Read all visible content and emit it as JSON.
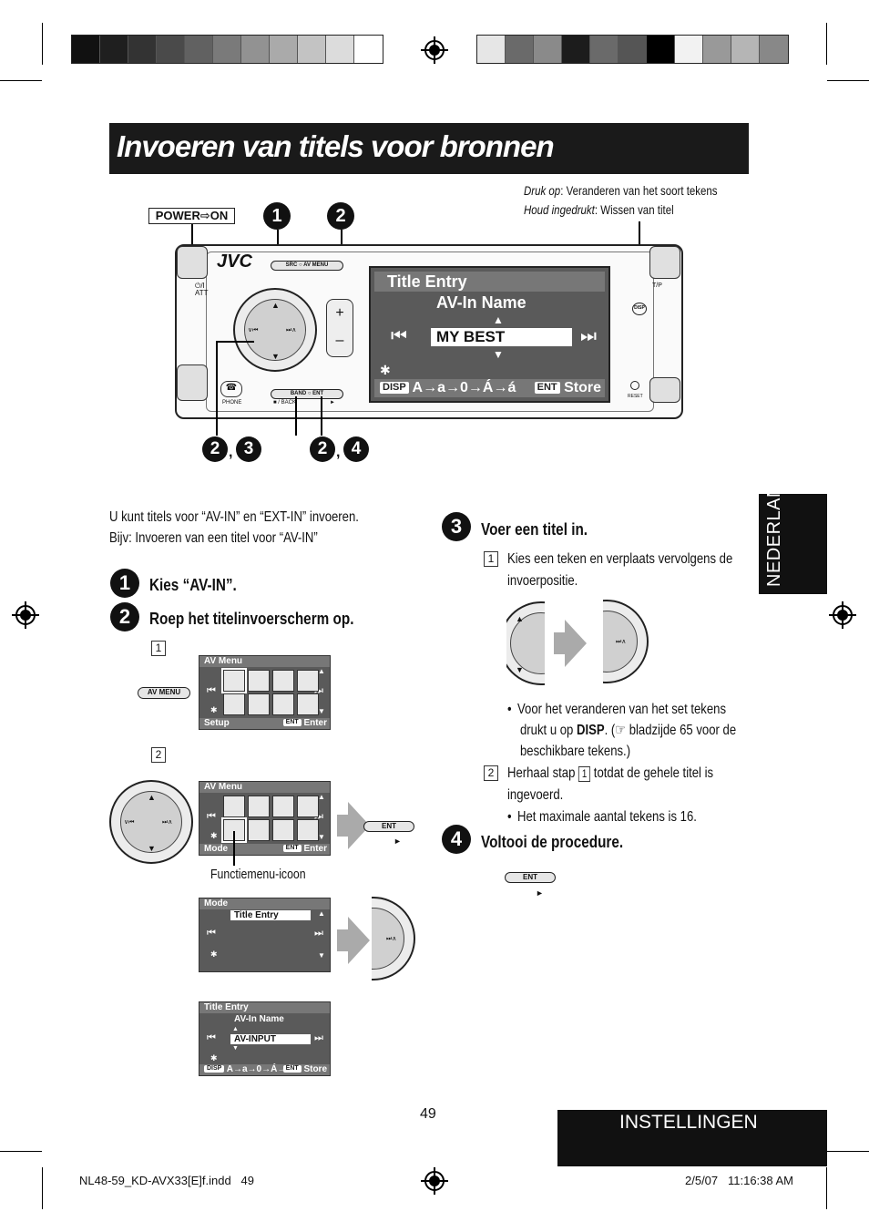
{
  "page_title": "Invoeren van titels voor bronnen",
  "callout": {
    "press_label": "Druk op",
    "press_text": ": Veranderen van het soort tekens",
    "hold_label": "Houd ingedrukt",
    "hold_text": ": Wissen van titel"
  },
  "device": {
    "power_label": "POWER⇨ON",
    "brand": "JVC",
    "src_label": "SRC",
    "av_menu_label": "AV MENU",
    "band_label": "BAND",
    "ent_label": "ENT",
    "back_label": "■ / BACK",
    "phone_label": "PHONE",
    "tp_label": "T/P",
    "reset_label": "RESET",
    "disp_label": "DISP",
    "att_label": "⏻/I ATT",
    "screen": {
      "header": "Title Entry",
      "subtitle": "AV-In Name",
      "entry": "MY BEST",
      "footer_disp": "DISP",
      "footer_chars": "A→a→0→Á→á",
      "footer_ent": "ENT",
      "footer_store": "Store"
    },
    "callout_nums": [
      "1",
      "2"
    ],
    "bottom_nums_left": [
      "2",
      "3"
    ],
    "bottom_nums_right": [
      "2",
      "4"
    ]
  },
  "intro": {
    "line1": "U kunt titels voor “AV-IN” en “EXT-IN” invoeren.",
    "line2": "Bijv: Invoeren van een titel voor “AV-IN”"
  },
  "steps": {
    "s1": {
      "num": "1",
      "title": "Kies “AV-IN”."
    },
    "s2": {
      "num": "2",
      "title": "Roep het titelinvoerscherm op."
    },
    "s3": {
      "num": "3",
      "title": "Voer een titel in."
    },
    "s4": {
      "num": "4",
      "title": "Voltooi de procedure."
    }
  },
  "step2": {
    "sub1": "1",
    "sub2": "2",
    "av_menu_btn": "AV MENU",
    "ent_btn": "ENT",
    "menu1": {
      "header": "AV Menu",
      "footer_left": "Setup",
      "footer_ent": "ENT",
      "footer_right": "Enter"
    },
    "menu2": {
      "header": "AV Menu",
      "footer_left": "Mode",
      "footer_ent": "ENT",
      "footer_right": "Enter"
    },
    "func_icon_label": "Functiemenu-icoon",
    "mode_screen": {
      "header": "Mode",
      "item": "Title Entry"
    },
    "entry_screen": {
      "header": "Title Entry",
      "sub": "AV-In Name",
      "entry": "AV-INPUT",
      "footer_disp": "DISP",
      "footer_chars": "A→a→0→Á→á",
      "footer_ent": "ENT",
      "footer_store": "Store"
    }
  },
  "step3": {
    "sub1": "1",
    "sub1_text_a": "Kies een teken en verplaats vervolgens de",
    "sub1_text_b": "invoerpositie.",
    "bullet1_a": "Voor het veranderen van het set tekens",
    "bullet1_b_pre": "drukt u op ",
    "bullet1_b_bold": "DISP",
    "bullet1_b_post": ". (☞ bladzijde 65 voor de",
    "bullet1_c": "beschikbare tekens.)",
    "sub2": "2",
    "sub2_text_a_pre": "Herhaal stap ",
    "sub2_text_a_box": "1",
    "sub2_text_a_post": " totdat de gehele titel is",
    "sub2_text_b": "ingevoerd.",
    "bullet2": "Het maximale aantal tekens is 16."
  },
  "step4": {
    "ent_btn": "ENT"
  },
  "side_tab": "NEDERLANDS",
  "section_label": "INSTELLINGEN",
  "page_number": "49",
  "slug": {
    "file": "NL48-59_KD-AVX33[E]f.indd   49",
    "date": "2/5/07   11:16:38 AM"
  }
}
